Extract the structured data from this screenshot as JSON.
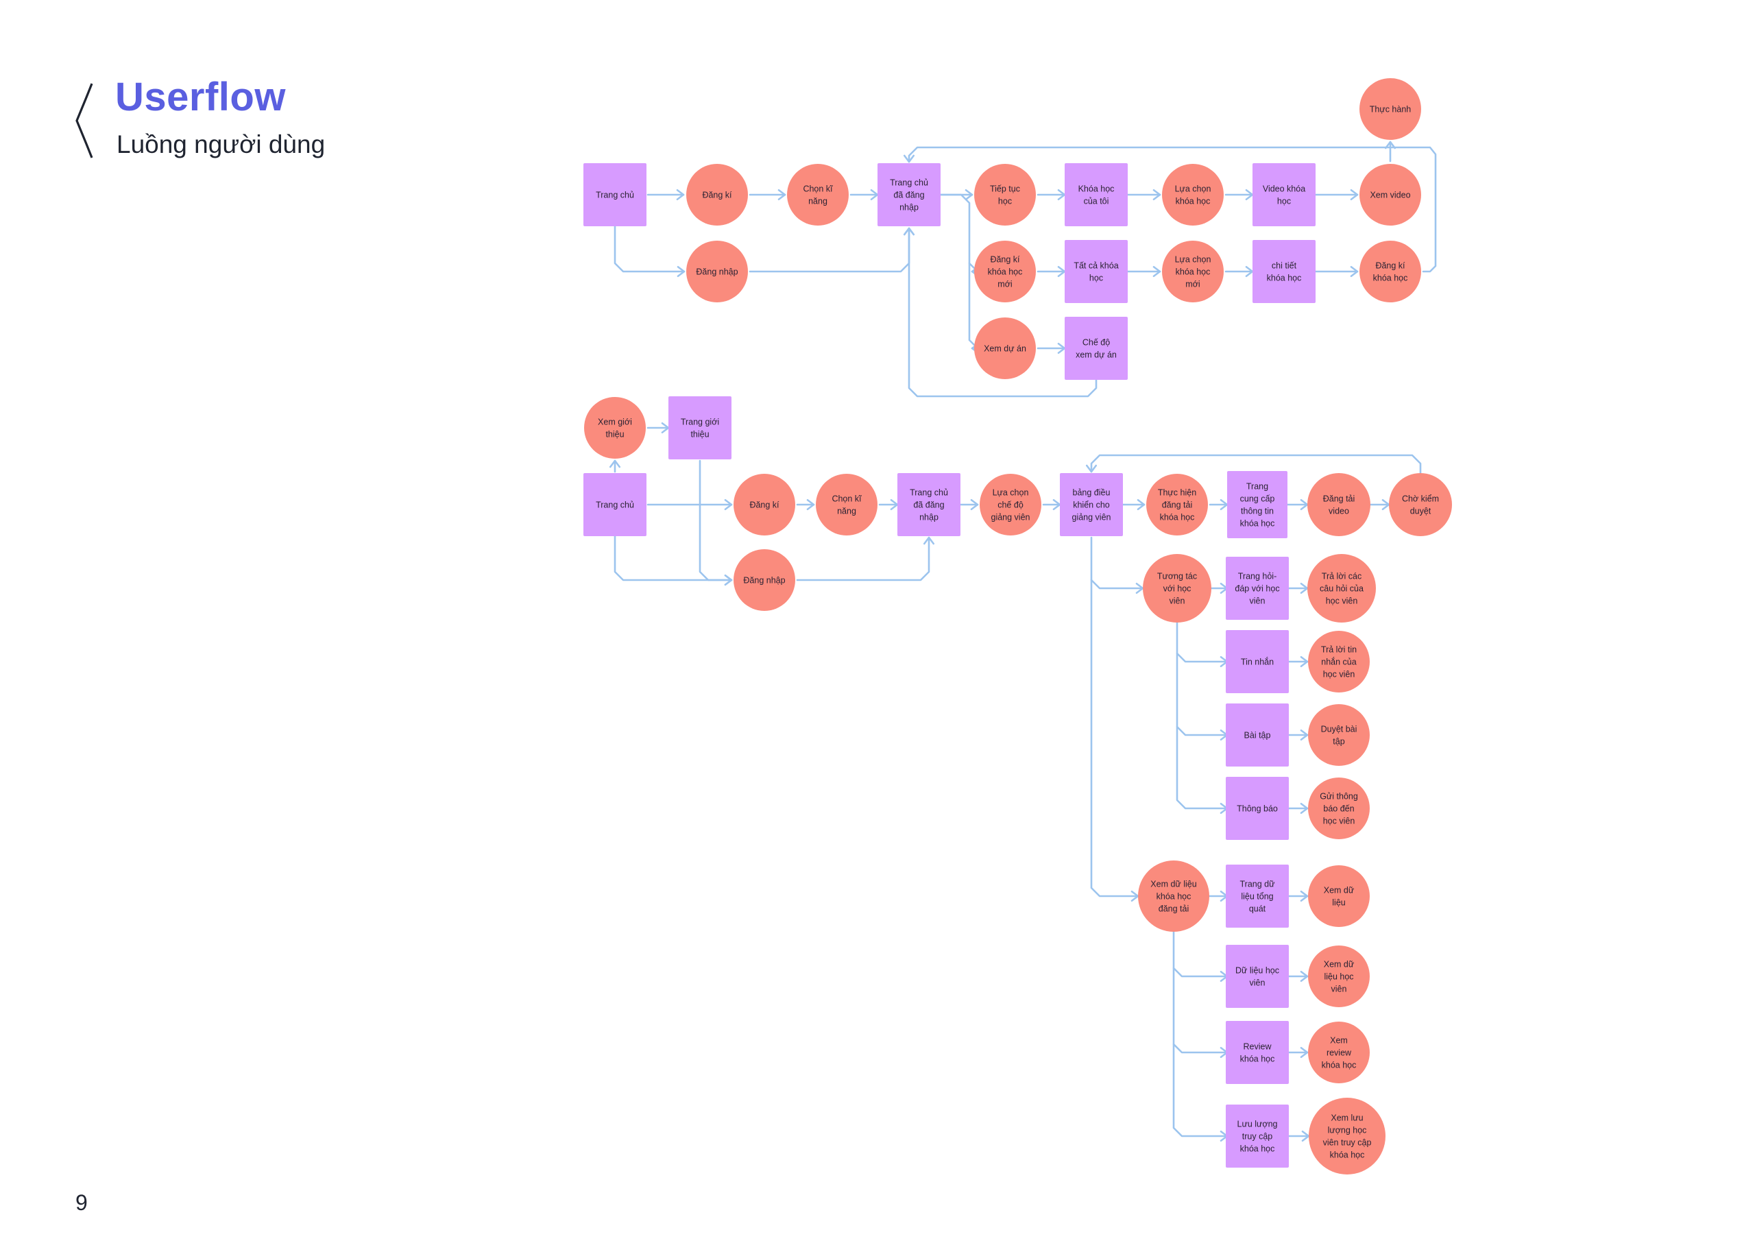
{
  "header": {
    "title": "Userflow",
    "subtitle": "Luồng người dùng",
    "page_number": "9"
  },
  "colors": {
    "accent": "#5a5fe0",
    "circle_node": "#fa8b7d",
    "rect_node": "#d79bff",
    "connector": "#9cc4ee"
  },
  "nodes": [
    {
      "id": "n_trangchu1",
      "shape": "rect",
      "label": "Trang chủ"
    },
    {
      "id": "n_dangki1",
      "shape": "circle",
      "label": "Đăng kí"
    },
    {
      "id": "n_chonkinang1",
      "shape": "circle",
      "label": "Chọn kĩ năng"
    },
    {
      "id": "n_trangchudn1",
      "shape": "rect",
      "label": "Trang chủ đã đăng nhập"
    },
    {
      "id": "n_dangnhap1",
      "shape": "circle",
      "label": "Đăng nhập"
    },
    {
      "id": "n_tieptuchoc",
      "shape": "circle",
      "label": "Tiếp tục học"
    },
    {
      "id": "n_khoahoccuatoi",
      "shape": "rect",
      "label": "Khóa học của tôi"
    },
    {
      "id": "n_luachonkhoahoc",
      "shape": "circle",
      "label": "Lựa chọn khóa học"
    },
    {
      "id": "n_videokhoahoc",
      "shape": "rect",
      "label": "Video khóa học"
    },
    {
      "id": "n_xemvideo",
      "shape": "circle",
      "label": "Xem video"
    },
    {
      "id": "n_thuchanh",
      "shape": "circle",
      "label": "Thực hành"
    },
    {
      "id": "n_dangkikhoahocmoi",
      "shape": "circle",
      "label": "Đăng kí khóa học mới"
    },
    {
      "id": "n_tatcakhoahoc",
      "shape": "rect",
      "label": "Tất cả khóa học"
    },
    {
      "id": "n_luachonkhoahocmoi",
      "shape": "circle",
      "label": "Lựa chọn khóa học mới"
    },
    {
      "id": "n_chitietkhoahoc",
      "shape": "rect",
      "label": "chi tiết khóa học"
    },
    {
      "id": "n_dangkikhoahoc",
      "shape": "circle",
      "label": "Đăng kí khóa học"
    },
    {
      "id": "n_xemduan",
      "shape": "circle",
      "label": "Xem dự án"
    },
    {
      "id": "n_chedoxemduan",
      "shape": "rect",
      "label": "Chế độ xem dự án"
    },
    {
      "id": "n_xemgioithieu",
      "shape": "circle",
      "label": "Xem giới thiệu"
    },
    {
      "id": "n_tranggioithieu",
      "shape": "rect",
      "label": "Trang giới thiệu"
    },
    {
      "id": "n_trangchu2",
      "shape": "rect",
      "label": "Trang chủ"
    },
    {
      "id": "n_dangki2",
      "shape": "circle",
      "label": "Đăng kí"
    },
    {
      "id": "n_chonkinang2",
      "shape": "circle",
      "label": "Chọn kĩ năng"
    },
    {
      "id": "n_trangchudn2",
      "shape": "rect",
      "label": "Trang chủ đã đăng nhập"
    },
    {
      "id": "n_dangnhap2",
      "shape": "circle",
      "label": "Đăng nhập"
    },
    {
      "id": "n_luachoncheodogv",
      "shape": "circle",
      "label": "Lựa chọn chế độ giảng viên"
    },
    {
      "id": "n_bangdieukhien",
      "shape": "rect",
      "label": "bảng điều khiển cho giảng viên"
    },
    {
      "id": "n_thuchiendangtai",
      "shape": "circle",
      "label": "Thực hiện đăng tải khóa học"
    },
    {
      "id": "n_trangcungcap",
      "shape": "rect",
      "label": "Trang cung cấp thông tin khóa học"
    },
    {
      "id": "n_dangtaivideo",
      "shape": "circle",
      "label": "Đăng tải video"
    },
    {
      "id": "n_chokiemduyet",
      "shape": "circle",
      "label": "Chờ kiểm duyệt"
    },
    {
      "id": "n_tuongtac",
      "shape": "circle",
      "label": "Tương tác với học viên"
    },
    {
      "id": "n_tranghoidap",
      "shape": "rect",
      "label": "Trang hỏi-đáp với học viên"
    },
    {
      "id": "n_traloicauhoi",
      "shape": "circle",
      "label": "Trả lời các câu hỏi của học viên"
    },
    {
      "id": "n_tinnhan",
      "shape": "rect",
      "label": "Tin nhắn"
    },
    {
      "id": "n_traloitinnhan",
      "shape": "circle",
      "label": "Trả lời tin nhắn của học viên"
    },
    {
      "id": "n_baitap",
      "shape": "rect",
      "label": "Bài tập"
    },
    {
      "id": "n_duyetbaitap",
      "shape": "circle",
      "label": "Duyệt bài tập"
    },
    {
      "id": "n_thongbao",
      "shape": "rect",
      "label": "Thông báo"
    },
    {
      "id": "n_guithongbao",
      "shape": "circle",
      "label": "Gửi thông báo đến học viên"
    },
    {
      "id": "n_xemdulieukhoahoc",
      "shape": "circle",
      "label": "Xem dữ liệu khóa học đăng tải"
    },
    {
      "id": "n_trangdulieu",
      "shape": "rect",
      "label": "Trang dữ liệu tổng quát"
    },
    {
      "id": "n_xemdulieu",
      "shape": "circle",
      "label": "Xem dữ liệu"
    },
    {
      "id": "n_dulieuhocvien",
      "shape": "rect",
      "label": "Dữ liệu học viên"
    },
    {
      "id": "n_xemdulieuhocvien",
      "shape": "circle",
      "label": "Xem dữ liệu học viên"
    },
    {
      "id": "n_reviewkhoahoc",
      "shape": "rect",
      "label": "Review khóa học"
    },
    {
      "id": "n_xemreview",
      "shape": "circle",
      "label": "Xem review khóa học"
    },
    {
      "id": "n_luuluong",
      "shape": "rect",
      "label": "Lưu lượng truy cập khóa học"
    },
    {
      "id": "n_xemluuluong",
      "shape": "circle",
      "label": "Xem lưu lượng học viên truy cập khóa học"
    }
  ]
}
